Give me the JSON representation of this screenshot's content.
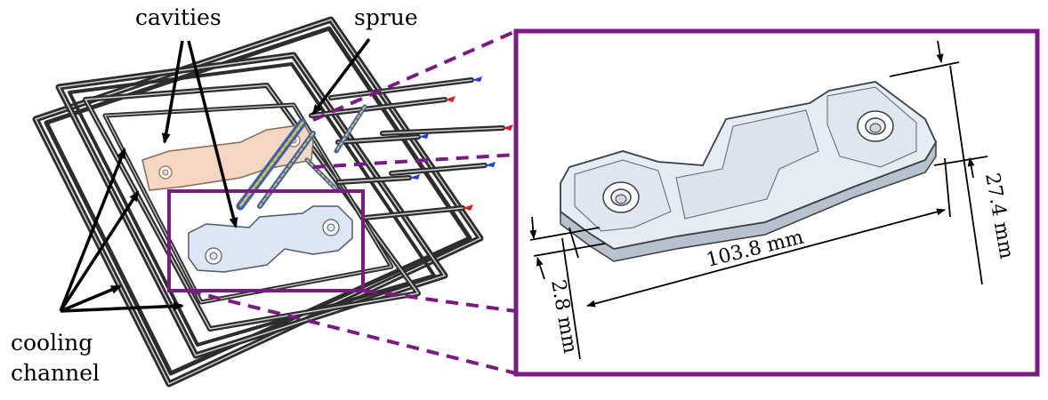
{
  "labels": {
    "cavities": "cavities",
    "sprue": "sprue",
    "cooling_line1": "cooling",
    "cooling_line2": "channel"
  },
  "dimensions": {
    "length": "103.8 mm",
    "width": "27.4 mm",
    "thickness": "2.8 mm"
  },
  "colors": {
    "frame": "#7b1a83",
    "channel": "#2d2d2d",
    "channel_highlight": "#d0d0d0",
    "cavity_upper": "#f3d7c3",
    "cavity_lower": "#dce7f3",
    "part_fill": "#e6ecf3",
    "inlet_blue": "#1f3fe0",
    "outlet_red": "#e01a1a",
    "sprue_blue": "#3b5fb8",
    "sprue_yellow": "#d9c23a"
  }
}
